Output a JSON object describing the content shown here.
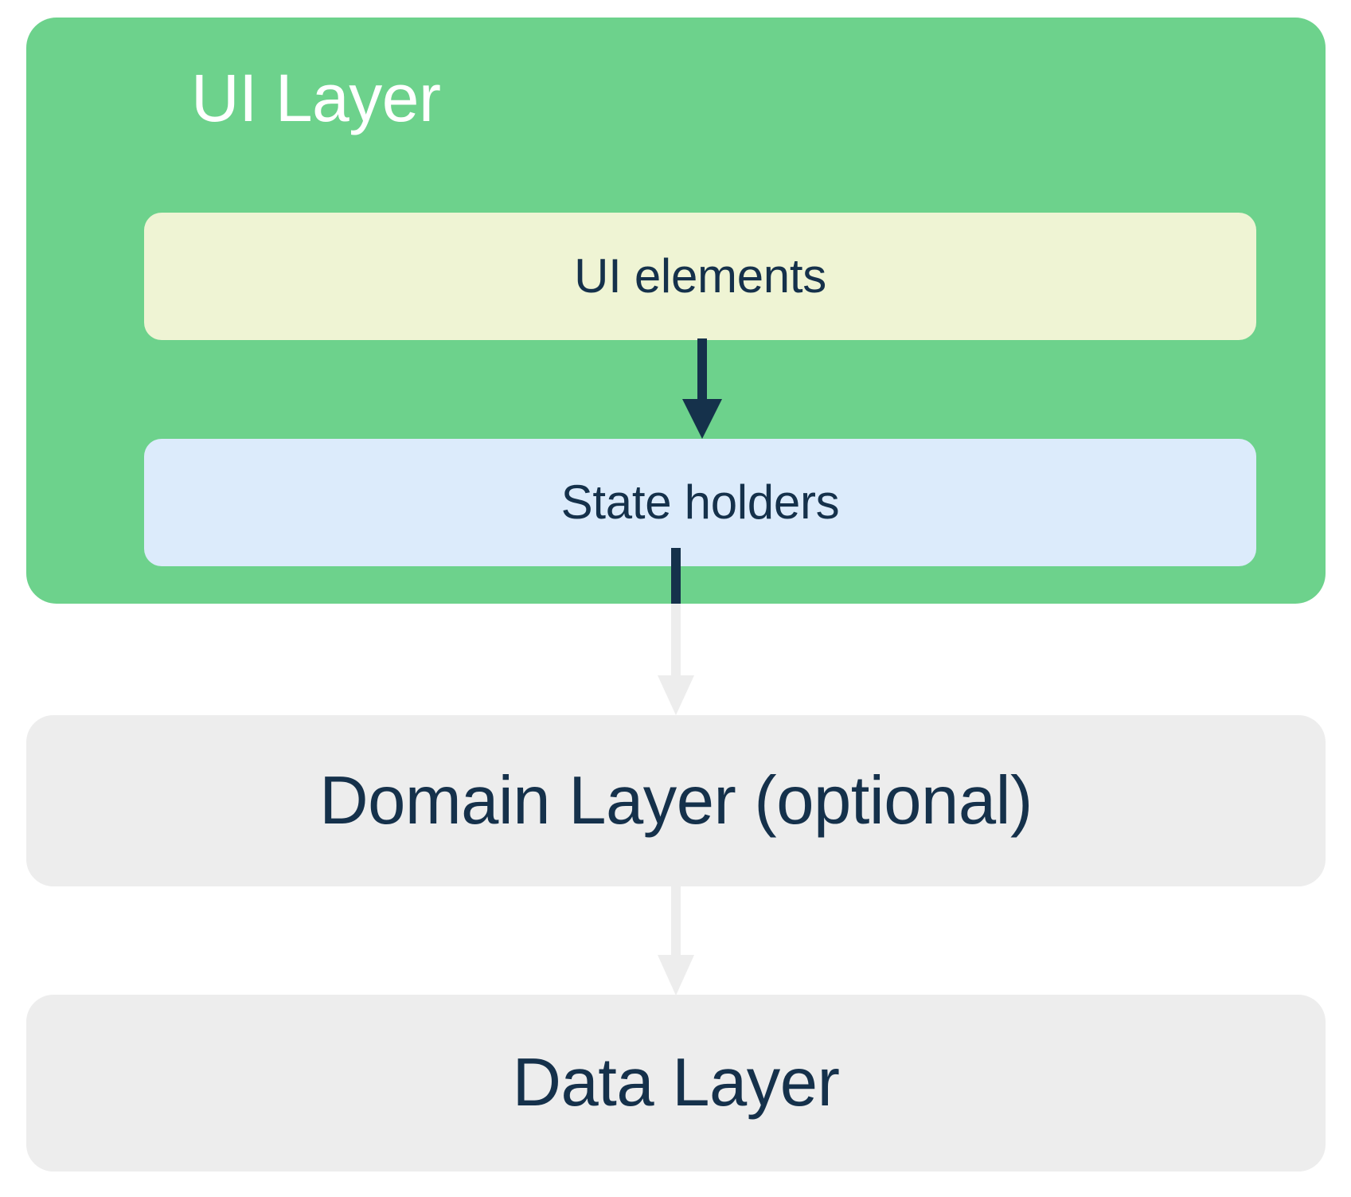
{
  "diagram": {
    "title": "UI Layer",
    "type": "layered-architecture",
    "ui_layer": {
      "label": "UI Layer",
      "color": "#6DD28C",
      "text_color": "#FFFFFF",
      "children": [
        {
          "label": "UI elements",
          "color": "#EFF4D4",
          "text_color": "#15314B"
        },
        {
          "label": "State holders",
          "color": "#DCEBFB",
          "text_color": "#15314B"
        }
      ]
    },
    "layers": [
      {
        "label": "Domain Layer (optional)",
        "color": "#EDEDED",
        "text_color": "#15314B"
      },
      {
        "label": "Data Layer",
        "color": "#EDEDED",
        "text_color": "#15314B"
      }
    ],
    "arrows": [
      {
        "name": "ui-elements-to-state-holders",
        "color": "#15314B",
        "direction": "down"
      },
      {
        "name": "state-holders-to-domain-layer",
        "color": "#15314B",
        "direction": "down"
      },
      {
        "name": "domain-layer-to-data-layer",
        "color": "#EDEDED",
        "direction": "down"
      }
    ],
    "colors": {
      "background": "#FFFFFF",
      "green": "#6DD28C",
      "yellow": "#EFF4D4",
      "blue": "#DCEBFB",
      "gray": "#EDEDED",
      "navy": "#15314B"
    }
  }
}
